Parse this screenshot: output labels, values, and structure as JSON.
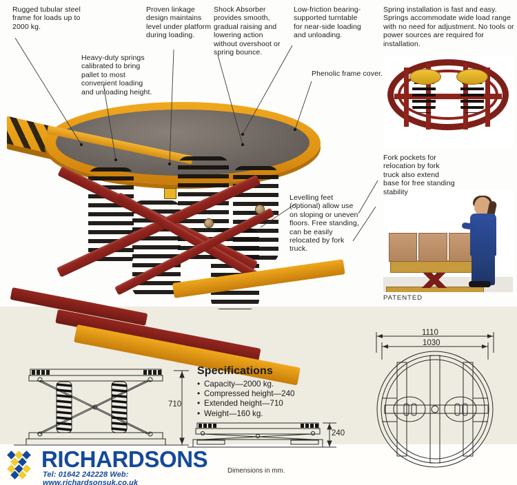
{
  "document": {
    "type": "product-brochure",
    "product": "Richardsons spring-loaded pallet leveller / turntable",
    "patent_note": "PATENTED",
    "dimension_note": "Dimensions in mm."
  },
  "callouts": [
    {
      "id": "tubular-frame",
      "text": "Rugged tubular steel frame for loads up to 2000 kg."
    },
    {
      "id": "heavy-springs",
      "text": "Heavy-duty springs calibrated to bring pallet to most convenient loading and unloading height."
    },
    {
      "id": "linkage",
      "text": "Proven linkage design maintains level under platform during loading."
    },
    {
      "id": "shock-absorber",
      "text": "Shock Absorber provides smooth, gradual raising and lowering action without overshoot or spring bounce."
    },
    {
      "id": "turntable",
      "text": "Low-friction bearing-supported turntable for near-side loading and unloading."
    },
    {
      "id": "spring-install",
      "text": "Spring installation is fast and easy. Springs accommodate wide load range with no need for adjustment. No tools or power sources are required for installation."
    },
    {
      "id": "phenolic-cover",
      "text": "Phenolic frame cover."
    },
    {
      "id": "levelling-feet",
      "text": "Levelling feet (optional) allow use on sloping or uneven floors. Free standing, can be easily relocated by fork truck."
    },
    {
      "id": "fork-pockets",
      "text": "Fork pockets for relocation by fork truck also extend base for free standing stability"
    }
  ],
  "specifications": {
    "heading": "Specifications",
    "items": [
      "Capacity—2000 kg.",
      "Compressed height—240",
      "Extended height—710",
      "Weight—160 kg."
    ]
  },
  "dimensions": {
    "extended_height": "710",
    "compressed_height": "240",
    "outer_width": "1110",
    "platform_diameter": "1030"
  },
  "logo": {
    "name": "RICHARDSONS",
    "contact": "Tel:  01642 242228   Web:  www.richardsonsuk.co.uk",
    "mark_name": "diamond-lattice-logo"
  },
  "colors": {
    "brand_blue": "#14499a",
    "brand_yellow": "#f2cc33",
    "machine_yellow": "#f0a81e",
    "machine_red": "#8d241c",
    "panel_cream": "#efece1",
    "ink": "#1b1b1b"
  }
}
